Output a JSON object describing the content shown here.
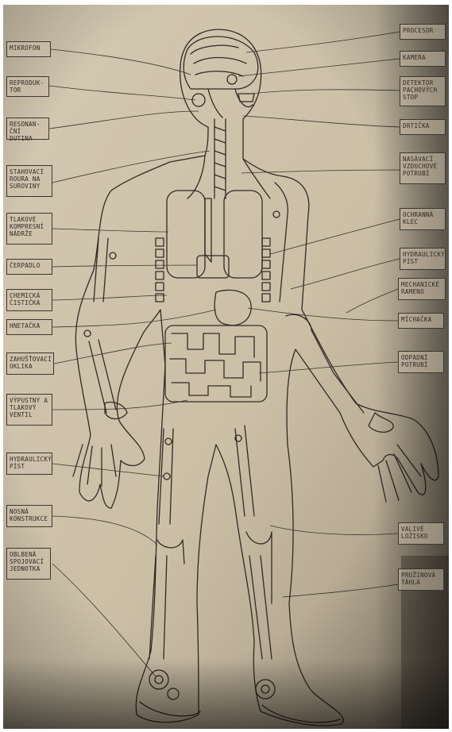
{
  "labels_left": [
    {
      "id": "mikrofon",
      "text": "MIKROFON"
    },
    {
      "id": "reproduktor",
      "text": "REPRODUK-\nTOR"
    },
    {
      "id": "rezonancni-dutina",
      "text": "RESONAN-\nČNÍ DUTINA"
    },
    {
      "id": "stahovaci-roura",
      "text": "STAHOVACÍ\nROURA NA\nSUROVINY"
    },
    {
      "id": "tlakove-kompresni-nadrze",
      "text": "TLAKOVÉ\nKOMPRESNÍ\nNÁDRŽE"
    },
    {
      "id": "cerpadlo",
      "text": "ČERPADLO"
    },
    {
      "id": "chemicka-cisticka",
      "text": "CHEMICKÁ\nČISTIČKA"
    },
    {
      "id": "hnetacka",
      "text": "HNETAČKA"
    },
    {
      "id": "zahustovaci-oklika",
      "text": "ZAHUŠŤOVACÍ\nOKLIKA"
    },
    {
      "id": "vypustny-ventil",
      "text": "VÝPUSTNÝ A\nTLAKOVÝ\nVENTIL"
    },
    {
      "id": "hydraulicky-pist-left",
      "text": "HYDRAULICKÝ\nPÍST"
    },
    {
      "id": "nosna-konstrukce",
      "text": "NOSNÁ\nKONSTRUKCE"
    },
    {
      "id": "otocna-spojovaci-jednotka",
      "text": "OBLBENÁ\nSPOJOVACÍ\nJEDNOTKA"
    }
  ],
  "labels_right": [
    {
      "id": "procesor",
      "text": "PROCESOR"
    },
    {
      "id": "kamera",
      "text": "KAMERA"
    },
    {
      "id": "detektor-pachovych-stop",
      "text": "DETEKTOR\nPACHOVÝCH\nSTOP"
    },
    {
      "id": "drticka",
      "text": "DRTIČKA"
    },
    {
      "id": "nasavaci-vzduchove-potrubi",
      "text": "NASÁVACÍ\nVZDUCHOVÉ\nPOTRUBÍ"
    },
    {
      "id": "ochranna-klec",
      "text": "OCHRANNÁ\nKLEC"
    },
    {
      "id": "hydraulicky-pist-right",
      "text": "HYDRAULICKÝ\nPÍST"
    },
    {
      "id": "mechanicke-rameno",
      "text": "MECHANICKÉ\nRAMENO"
    },
    {
      "id": "michacka",
      "text": "MÍCHAČKA"
    },
    {
      "id": "odpadni-potrubi",
      "text": "ODPADNÍ\nPOTRUBÍ"
    },
    {
      "id": "valive-lozisko",
      "text": "VALIVÉ\nLOŽISKO"
    },
    {
      "id": "pruzinova-tahla",
      "text": "PRUŽINOVÁ\nTÁHLA"
    }
  ],
  "colors": {
    "paper": "#cfc3ab",
    "ink": "#2f2b25",
    "shadow": "#1a1712"
  }
}
